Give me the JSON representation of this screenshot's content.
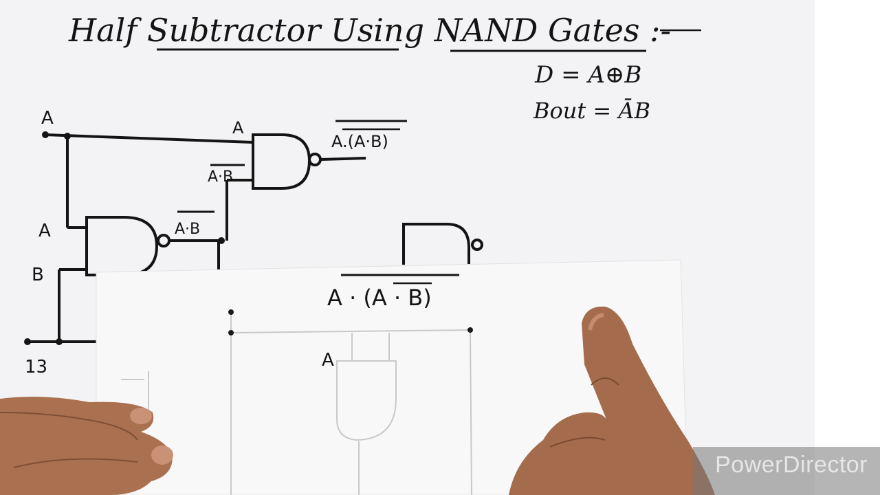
{
  "title": "Half Subtractor Using NAND Gates :-",
  "formulas": {
    "difference": "D = A⊕B",
    "borrow": "Bout = ĀB"
  },
  "circuit": {
    "input_a": "A",
    "input_b": "B",
    "input_b_alt": "13",
    "gate1_in_a": "A",
    "gate1_in_b": "B",
    "gate1_out": "A·B",
    "gate2_in_a": "A",
    "gate2_in_b": "A·B",
    "gate2_out": "A.(A·B)"
  },
  "overlay_sheet": {
    "expression": "A · (A · B)",
    "gate_label": "A"
  },
  "watermark": "PowerDirector",
  "colors": {
    "paper": "#f4f4f6",
    "ink": "#141414",
    "skin": "#b07a5a",
    "sheet": "#f7f7f7"
  }
}
